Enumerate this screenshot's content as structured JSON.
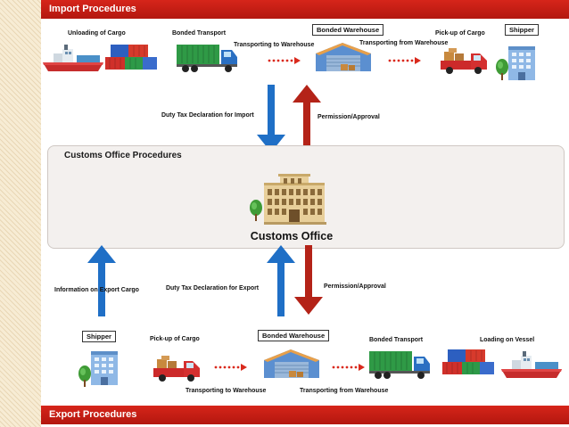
{
  "header": {
    "title": "Import Procedures"
  },
  "footer": {
    "title": "Export Procedures"
  },
  "import": {
    "unloading": "Unloading of Cargo",
    "bonded_transport": "Bonded Transport",
    "transporting_to": "Transporting to Warehouse",
    "bonded_warehouse": "Bonded Warehouse",
    "transporting_from": "Transporting from Warehouse",
    "pickup": "Pick-up of Cargo",
    "shipper": "Shipper",
    "duty_tax": "Duty Tax Declaration for Import",
    "permission": "Permission/Approval"
  },
  "customs": {
    "section_title": "Customs Office Procedures",
    "office_label": "Customs Office"
  },
  "export": {
    "information": "Information on Export Cargo",
    "duty_tax": "Duty Tax Declaration for Export",
    "permission": "Permission/Approval",
    "shipper": "Shipper",
    "pickup": "Pick-up of Cargo",
    "bonded_warehouse": "Bonded Warehouse",
    "bonded_transport": "Bonded Transport",
    "loading": "Loading on Vessel",
    "transporting_to": "Transporting to Warehouse",
    "transporting_from": "Transporting from Warehouse"
  },
  "colors": {
    "header_red": "#c41e14",
    "arrow_blue": "#1f6fc6",
    "arrow_red": "#b42318",
    "panel_bg": "#f3f0ee"
  },
  "icons": [
    "cargo-ship-icon",
    "containers-icon",
    "container-truck-icon",
    "warehouse-icon",
    "pickup-truck-icon",
    "office-building-icon",
    "customs-building-icon",
    "tree-icon"
  ]
}
